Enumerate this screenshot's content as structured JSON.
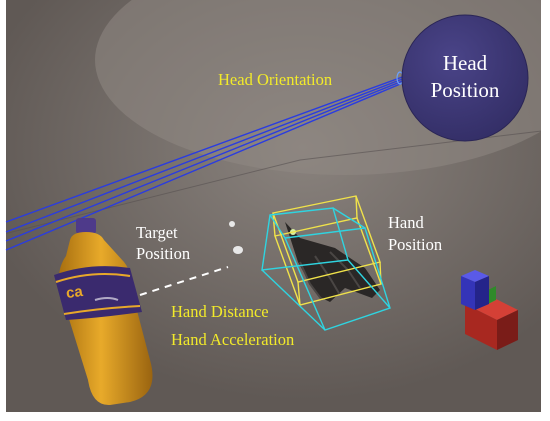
{
  "labels": {
    "head_position_line1": "Head",
    "head_position_line2": "Position",
    "head_orientation": "Head Orientation",
    "target_position_line1": "Target",
    "target_position_line2": "Position",
    "hand_position_line1": "Hand",
    "hand_position_line2": "Position",
    "hand_distance": "Hand Distance",
    "hand_acceleration": "Hand Acceleration",
    "bottle_brand": "ca"
  },
  "colors": {
    "background": "#6a635f",
    "head_sphere": "#403a78",
    "orientation_rays": "#2a3ce0",
    "label_yellow": "#f2ea2a",
    "label_white": "#ffffff",
    "hand_box_yellow": "#f0e24a",
    "hand_box_cyan": "#2fd4e0",
    "bottle_body": "#d99a1c",
    "bottle_label": "#3a2a6e",
    "axis_x": "#c0302a",
    "axis_y": "#3fae3a",
    "axis_z": "#3a3ac8"
  },
  "icons": [
    "head-sphere",
    "bottle-object",
    "hand-model",
    "orientation-gizmo"
  ]
}
